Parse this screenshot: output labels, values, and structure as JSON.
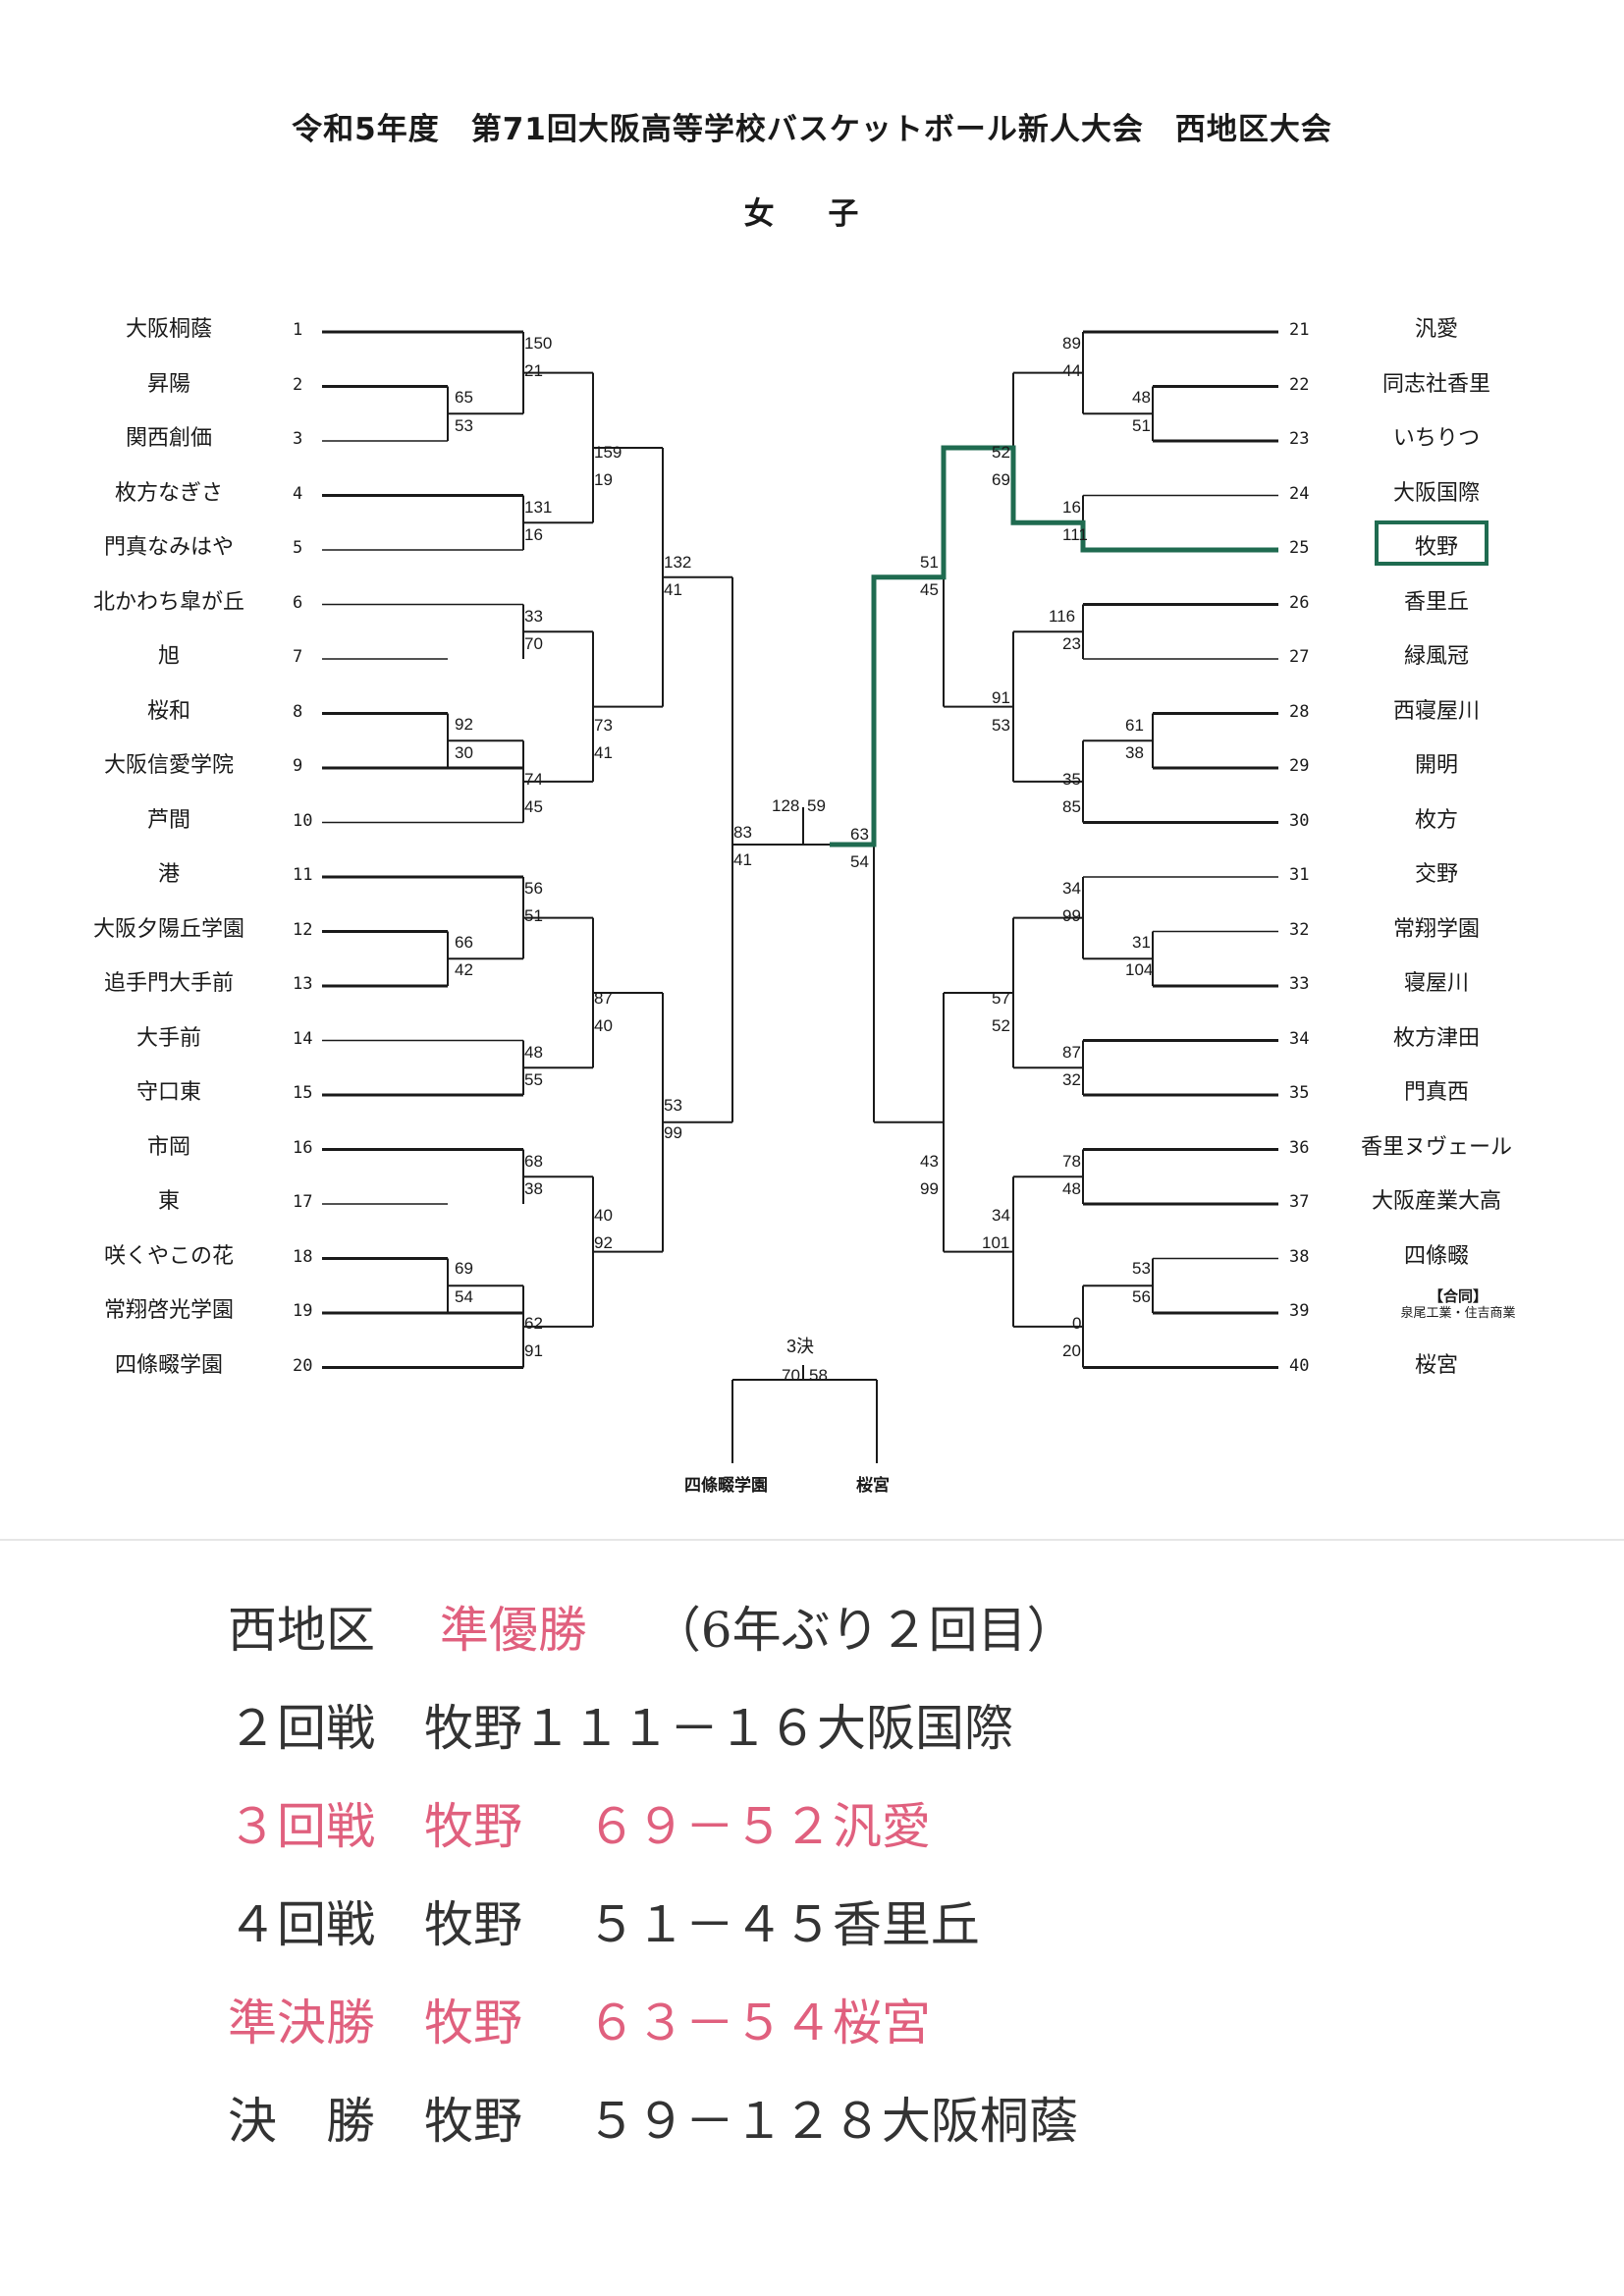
{
  "title": "令和5年度　第71回大阪高等学校バスケットボール新人大会　西地区大会",
  "subtitle": "女 子",
  "left_teams": [
    {
      "seed": "1",
      "name": "大阪桐蔭"
    },
    {
      "seed": "2",
      "name": "昇陽"
    },
    {
      "seed": "3",
      "name": "関西創価"
    },
    {
      "seed": "4",
      "name": "枚方なぎさ"
    },
    {
      "seed": "5",
      "name": "門真なみはや"
    },
    {
      "seed": "6",
      "name": "北かわち皐が丘"
    },
    {
      "seed": "7",
      "name": "旭"
    },
    {
      "seed": "8",
      "name": "桜和"
    },
    {
      "seed": "9",
      "name": "大阪信愛学院"
    },
    {
      "seed": "10",
      "name": "芦間"
    },
    {
      "seed": "11",
      "name": "港"
    },
    {
      "seed": "12",
      "name": "大阪夕陽丘学園"
    },
    {
      "seed": "13",
      "name": "追手門大手前"
    },
    {
      "seed": "14",
      "name": "大手前"
    },
    {
      "seed": "15",
      "name": "守口東"
    },
    {
      "seed": "16",
      "name": "市岡"
    },
    {
      "seed": "17",
      "name": "東"
    },
    {
      "seed": "18",
      "name": "咲くやこの花"
    },
    {
      "seed": "19",
      "name": "常翔啓光学園"
    },
    {
      "seed": "20",
      "name": "四條畷学園"
    }
  ],
  "right_teams": [
    {
      "seed": "21",
      "name": "汎愛"
    },
    {
      "seed": "22",
      "name": "同志社香里"
    },
    {
      "seed": "23",
      "name": "いちりつ"
    },
    {
      "seed": "24",
      "name": "大阪国際"
    },
    {
      "seed": "25",
      "name": "牧野"
    },
    {
      "seed": "26",
      "name": "香里丘"
    },
    {
      "seed": "27",
      "name": "緑風冠"
    },
    {
      "seed": "28",
      "name": "西寝屋川"
    },
    {
      "seed": "29",
      "name": "開明"
    },
    {
      "seed": "30",
      "name": "枚方"
    },
    {
      "seed": "31",
      "name": "交野"
    },
    {
      "seed": "32",
      "name": "常翔学園"
    },
    {
      "seed": "33",
      "name": "寝屋川"
    },
    {
      "seed": "34",
      "name": "枚方津田"
    },
    {
      "seed": "35",
      "name": "門真西"
    },
    {
      "seed": "36",
      "name": "香里ヌヴェール"
    },
    {
      "seed": "37",
      "name": "大阪産業大高"
    },
    {
      "seed": "38",
      "name": "四條畷"
    },
    {
      "seed": "39",
      "name": ""
    },
    {
      "seed": "40",
      "name": "桜宮"
    }
  ],
  "team39_note": {
    "tag": "【合同】",
    "names": "泉尾工業・住吉商業"
  },
  "scores": [
    "150",
    "21",
    "65",
    "53",
    "159",
    "19",
    "131",
    "16",
    "132",
    "41",
    "33",
    "70",
    "92",
    "30",
    "73",
    "41",
    "74",
    "45",
    "83",
    "41",
    "56",
    "51",
    "66",
    "42",
    "87",
    "40",
    "48",
    "55",
    "53",
    "99",
    "68",
    "38",
    "40",
    "92",
    "69",
    "54",
    "62",
    "91",
    "128",
    "59",
    "89",
    "44",
    "48",
    "51",
    "52",
    "69",
    "16",
    "111",
    "51",
    "45",
    "116",
    "23",
    "91",
    "53",
    "61",
    "38",
    "35",
    "85",
    "63",
    "54",
    "34",
    "99",
    "31",
    "104",
    "57",
    "52",
    "87",
    "32",
    "43",
    "99",
    "78",
    "48",
    "34",
    "101",
    "53",
    "56",
    "0",
    "20"
  ],
  "third_place": {
    "label": "3決",
    "score_left": "70",
    "score_right": "58",
    "team_left": "四條畷学園",
    "team_right": "桜宮"
  },
  "results": [
    {
      "round": "西地区",
      "result": "準優勝",
      "detail": "（6年ぶり２回目）"
    },
    {
      "round": "２回戦",
      "team": "牧野",
      "score": "１１１－１６",
      "opponent": "大阪国際"
    },
    {
      "round": "３回戦",
      "team": "牧野",
      "score": "６９－５２",
      "opponent": "汎愛"
    },
    {
      "round": "４回戦",
      "team": "牧野",
      "score": "５１－４５",
      "opponent": "香里丘"
    },
    {
      "round": "準決勝",
      "team": "牧野",
      "score": "６３－５４",
      "opponent": "桜宮"
    },
    {
      "round": "決　勝",
      "team": "牧野",
      "score": "５９－１２８",
      "opponent": "大阪桐蔭"
    }
  ],
  "colors": {
    "highlight_path": "#1f6b50",
    "pink_text": "#e0607e",
    "line": "#1a1a1a"
  }
}
